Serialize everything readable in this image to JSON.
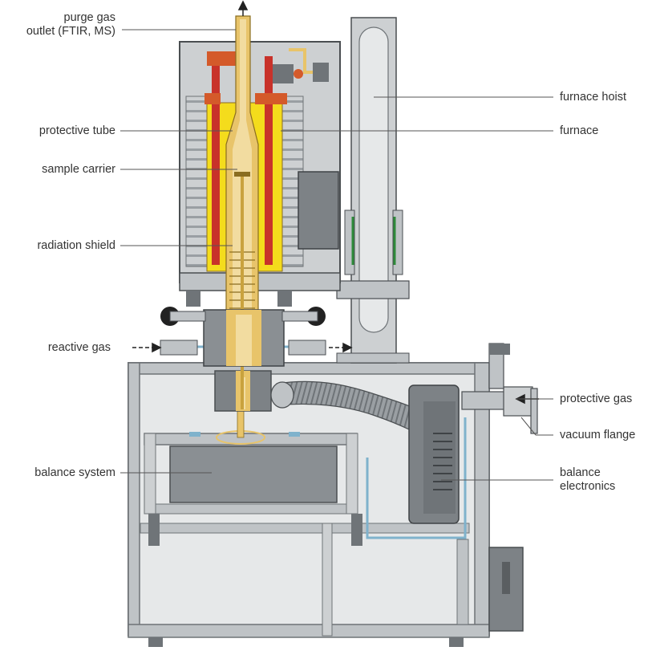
{
  "labels": {
    "purge_gas_line1": "purge gas",
    "purge_gas_line2": "outlet (FTIR, MS)",
    "protective_tube": "protective tube",
    "sample_carrier": "sample carrier",
    "radiation_shield": "radiation shield",
    "reactive_gas": "reactive gas",
    "balance_system": "balance system",
    "furnace_hoist": "furnace hoist",
    "furnace": "furnace",
    "protective_gas": "protective gas",
    "vacuum_flange": "vacuum flange",
    "balance_electronics_line1": "balance",
    "balance_electronics_line2": "electronics"
  },
  "colors": {
    "frame_gray": "#bfc3c6",
    "frame_outline": "#6e7377",
    "housing_gray": "#cdd0d2",
    "dark_gray": "#6f7478",
    "heater_yellow": "#f4dc1c",
    "tube_yellow": "#e8c46a",
    "tube_light": "#f2dca0",
    "heater_red": "#c8322a",
    "copper": "#d45a2a",
    "pipe_blue": "#7fb2cc",
    "leader_line": "#555555",
    "text": "#333333",
    "balance_block": "#8a8f93",
    "electronics_body": "#7d8286"
  }
}
